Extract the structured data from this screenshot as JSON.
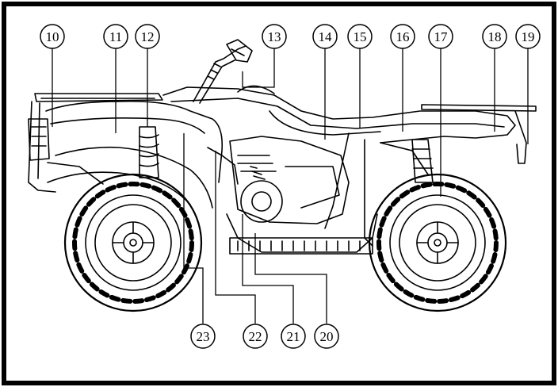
{
  "diagram": {
    "subject": "ATV side view parts diagram",
    "callouts": [
      {
        "id": "c10",
        "label": "10"
      },
      {
        "id": "c11",
        "label": "11"
      },
      {
        "id": "c12",
        "label": "12"
      },
      {
        "id": "c13",
        "label": "13"
      },
      {
        "id": "c14",
        "label": "14"
      },
      {
        "id": "c15",
        "label": "15"
      },
      {
        "id": "c16",
        "label": "16"
      },
      {
        "id": "c17",
        "label": "17"
      },
      {
        "id": "c18",
        "label": "18"
      },
      {
        "id": "c19",
        "label": "19"
      },
      {
        "id": "c20",
        "label": "20"
      },
      {
        "id": "c21",
        "label": "21"
      },
      {
        "id": "c22",
        "label": "22"
      },
      {
        "id": "c23",
        "label": "23"
      }
    ],
    "colors": {
      "line": "#000000",
      "background": "#ffffff"
    }
  }
}
